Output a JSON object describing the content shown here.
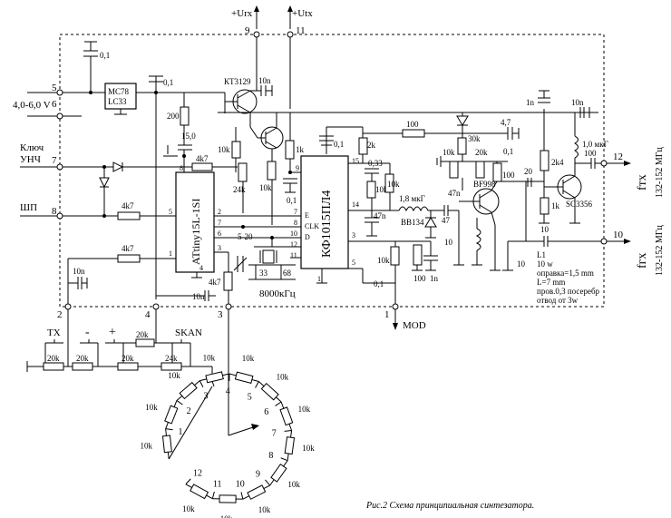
{
  "title": "Рис.2  Схема принципиальная синтезатора.",
  "power": {
    "urx": "+Urx",
    "utx": "+Utx",
    "supply": "4,0-6,0 V",
    "key_line1": "Ключ",
    "key_line2": "УНЧ",
    "shp": "ШП",
    "mod": "MOD"
  },
  "pins": [
    "1",
    "2",
    "3",
    "4",
    "5",
    "6",
    "7",
    "8",
    "9",
    "10",
    "11",
    "12"
  ],
  "ics": {
    "reg_line1": "MC78",
    "reg_line2": "LC33",
    "mcu": "ATtiny15L-1SI",
    "pll": "КФ1015ПЛ4",
    "pll_clk": "CLK",
    "pll_d": "D",
    "pll_e": "E"
  },
  "ic_pins": {
    "mcu": [
      "1",
      "2",
      "3",
      "4",
      "5",
      "6",
      "7",
      "8"
    ],
    "pll": [
      "1",
      "3",
      "5",
      "7",
      "8",
      "9",
      "10",
      "11",
      "12",
      "14",
      "15"
    ]
  },
  "transistors": {
    "q1": "КТ3129",
    "q2": "BF998",
    "q3": "SC3356"
  },
  "parts": {
    "c01a": "0,1",
    "c01b": "0,1",
    "c01c": "0,1",
    "c01d": "0,1",
    "c01e": "0,1",
    "c10n_a": "10n",
    "c10n_b": "10n",
    "c10n_c": "10n",
    "c10n_d": "10n",
    "c15": "15,0",
    "r200": "200",
    "r10k_a": "10k",
    "r24k": "24k",
    "r10k_b": "10k",
    "r1k_a": "1k",
    "r4k7_a": "4k7",
    "r4k7_b": "4k7",
    "r4k7_c": "4k7",
    "r4k7_d": "4k7",
    "c520": "5-20",
    "c33": "33",
    "c68": "68",
    "xtal": "8000кГц",
    "r2k": "2k",
    "c033": "0,33",
    "r10k_c": "10k",
    "r10k_d": "10k",
    "c47n_a": "47n",
    "l18": "1,8 мкГ",
    "c47": "47",
    "varicap": "BB134",
    "r100_a": "100",
    "c47v": "4,7",
    "r30k": "30k",
    "r10k_e": "10k",
    "r20k": "20k",
    "c47n_b": "47n",
    "c01f": "0,1",
    "r100_b": "100",
    "c10": "10",
    "r10k_f": "10k",
    "r100_c": "100",
    "c1n_a": "1n",
    "c1n_b": "1n",
    "c10n_e": "10n",
    "l1u": "1,0 мкГ",
    "r2k4": "2k4",
    "c20": "20",
    "r1k_b": "1k",
    "c100": "100",
    "c10_b": "10",
    "c10_c": "10"
  },
  "outputs": {
    "ftx": "fтх",
    "ftx_range": "132-152 МГц",
    "frx": "fгх",
    "frx_range": "132-152 МГц"
  },
  "coil": {
    "name": "L1",
    "l1": "10 w",
    "l2": "оправка=1,5 mm",
    "l3": "L=7 mm",
    "l4": "пров.0,3 посеребр",
    "l5": "отвод от 3w"
  },
  "keypad": {
    "tx": "TX",
    "minus": "-",
    "plus": "+",
    "skan": "SKAN",
    "r20k_a": "20k",
    "r20k_b": "20k",
    "r20k_c": "20k",
    "r20k_d": "20k",
    "r24k": "24k"
  },
  "switch": {
    "positions": [
      "1",
      "2",
      "3",
      "4",
      "5",
      "6",
      "7",
      "8",
      "9",
      "10",
      "11",
      "12"
    ],
    "resistor": "10k"
  }
}
